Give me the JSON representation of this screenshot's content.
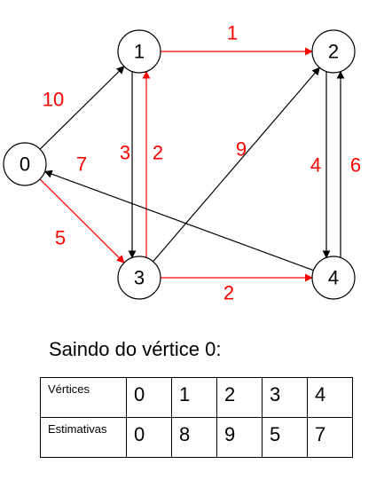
{
  "graph": {
    "nodes": [
      {
        "id": 0,
        "label": "0"
      },
      {
        "id": 1,
        "label": "1"
      },
      {
        "id": 2,
        "label": "2"
      },
      {
        "id": 3,
        "label": "3"
      },
      {
        "id": 4,
        "label": "4"
      }
    ],
    "edges": [
      {
        "from": 0,
        "to": 1,
        "weight": "10",
        "highlight": false
      },
      {
        "from": 1,
        "to": 2,
        "weight": "1",
        "highlight": true
      },
      {
        "from": 1,
        "to": 3,
        "weight": "2",
        "highlight": false
      },
      {
        "from": 3,
        "to": 1,
        "weight": "3",
        "highlight": true
      },
      {
        "from": 0,
        "to": 3,
        "weight": "5",
        "highlight": true
      },
      {
        "from": 3,
        "to": 2,
        "weight": "9",
        "highlight": false
      },
      {
        "from": 4,
        "to": 0,
        "weight": "7",
        "highlight": false
      },
      {
        "from": 3,
        "to": 4,
        "weight": "2",
        "highlight": true
      },
      {
        "from": 2,
        "to": 4,
        "weight": "4",
        "highlight": false
      },
      {
        "from": 4,
        "to": 2,
        "weight": "6",
        "highlight": false
      }
    ],
    "colors": {
      "highlight": "#ff0000",
      "normal": "#000000",
      "weight_label": "#ff0000"
    }
  },
  "caption": "Saindo do vértice 0:",
  "table": {
    "rows": [
      {
        "header": "Vértices",
        "values": [
          "0",
          "1",
          "2",
          "3",
          "4"
        ]
      },
      {
        "header": "Estimativas",
        "values": [
          "0",
          "8",
          "9",
          "5",
          "7"
        ]
      }
    ]
  }
}
